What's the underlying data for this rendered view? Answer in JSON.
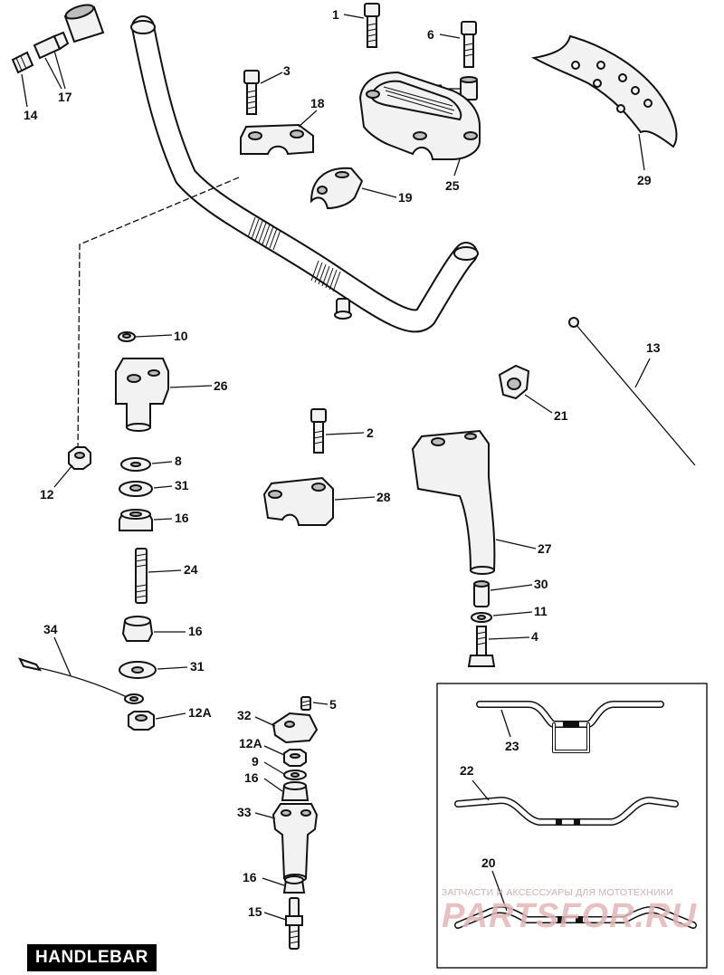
{
  "title": "HANDLEBAR",
  "watermark": {
    "line": "ЗАПЧАСТИ И АКСЕССУАРЫ ДЛЯ МОТОТЕХНИКИ",
    "logo": "PARTSFOR.RU"
  },
  "callouts": {
    "c1": "1",
    "c2": "2",
    "c3": "3",
    "c4": "4",
    "c5": "5",
    "c6": "6",
    "c7": "7",
    "c8": "8",
    "c9": "9",
    "c10": "10",
    "c11": "11",
    "c12": "12",
    "c12a_a": "12A",
    "c12a_b": "12A",
    "c13": "13",
    "c14": "14",
    "c15": "15",
    "c16_a": "16",
    "c16_b": "16",
    "c16_c": "16",
    "c16_d": "16",
    "c17": "17",
    "c18": "18",
    "c19": "19",
    "c20": "20",
    "c21": "21",
    "c22": "22",
    "c23": "23",
    "c24": "24",
    "c25": "25",
    "c26": "26",
    "c27": "27",
    "c28": "28",
    "c29": "29",
    "c30": "30",
    "c31_a": "31",
    "c31_b": "31",
    "c32": "32",
    "c33": "33",
    "c34": "34"
  }
}
